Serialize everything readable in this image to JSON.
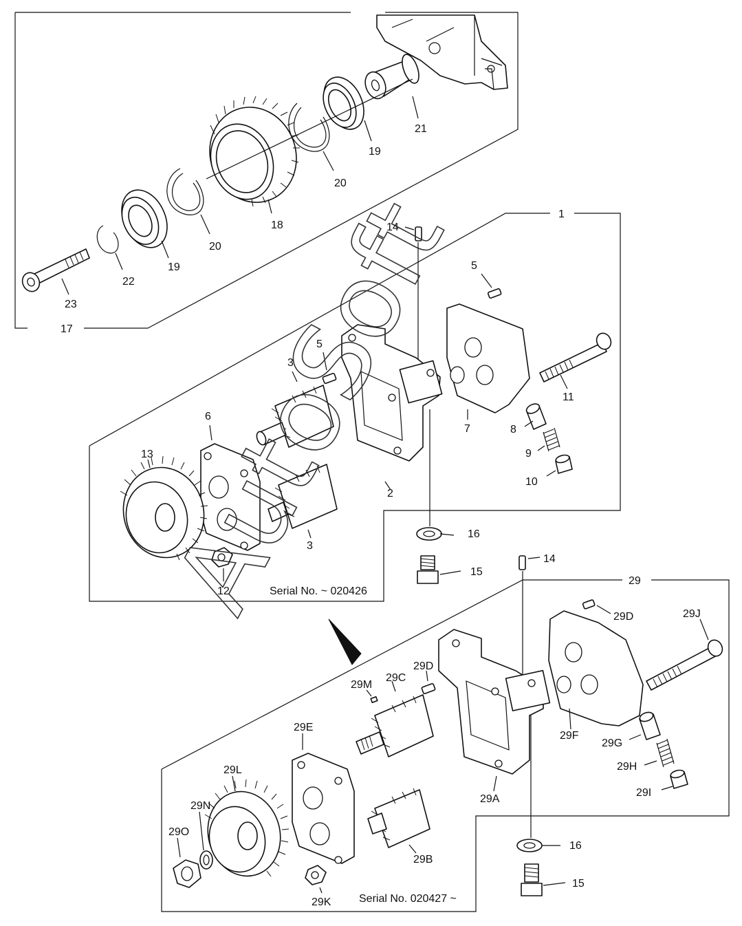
{
  "watermark": "AutoSoft",
  "serial_top": "Serial No. ~ 020426",
  "serial_bottom": "Serial No. 020427 ~",
  "labels": {
    "l23": "23",
    "l22": "22",
    "l19a": "19",
    "l20a": "20",
    "l18": "18",
    "l20b": "20",
    "l19b": "19",
    "l21": "21",
    "l17": "17",
    "l1": "1",
    "l14a": "14",
    "l5a": "5",
    "l5b": "5",
    "l3a": "3",
    "l3b": "3",
    "l6": "6",
    "l13": "13",
    "l2": "2",
    "l7": "7",
    "l8": "8",
    "l9": "9",
    "l10": "10",
    "l11": "11",
    "l12": "12",
    "l16a": "16",
    "l15a": "15",
    "l14b": "14",
    "l29": "29",
    "l29D1": "29D",
    "l29J": "29J",
    "l29D2": "29D",
    "l29M": "29M",
    "l29C": "29C",
    "l29E": "29E",
    "l29L": "29L",
    "l29N": "29N",
    "l29O": "29O",
    "l29F": "29F",
    "l29G": "29G",
    "l29H": "29H",
    "l29I": "29I",
    "l29A": "29A",
    "l29B": "29B",
    "l29K": "29K",
    "l16b": "16",
    "l15b": "15"
  }
}
